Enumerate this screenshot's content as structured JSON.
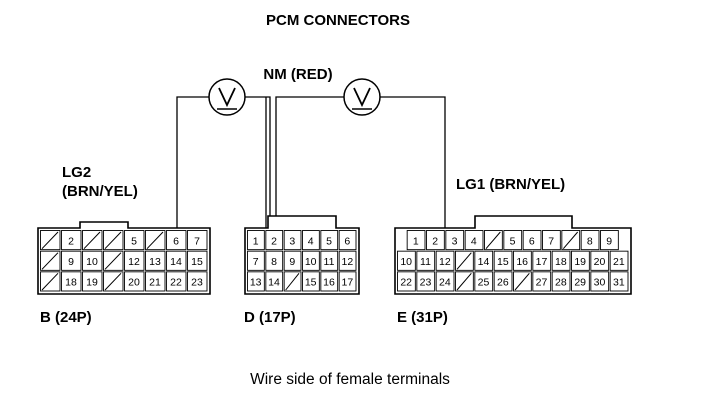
{
  "title": "PCM CONNECTORS",
  "nm_label": "NM (RED)",
  "lg2_line1": "LG2",
  "lg2_line2": "(BRN/YEL)",
  "lg1_label": "LG1 (BRN/YEL)",
  "caption": "Wire side of female terminals",
  "meter_icon": "voltmeter-icon",
  "connectors": {
    "B": {
      "name": "B (24P)",
      "rows": [
        [
          "",
          "2",
          "",
          "",
          "5",
          "",
          "6",
          "7"
        ],
        [
          "",
          "9",
          "10",
          "",
          "12",
          "13",
          "14",
          "15"
        ],
        [
          "",
          "18",
          "19",
          "",
          "20",
          "21",
          "22",
          "23"
        ]
      ]
    },
    "D": {
      "name": "D (17P)",
      "rows": [
        [
          "1",
          "2",
          "3",
          "4",
          "5",
          "6"
        ],
        [
          "7",
          "8",
          "9",
          "10",
          "11",
          "12"
        ],
        [
          "13",
          "14",
          "",
          "15",
          "16",
          "17"
        ]
      ]
    },
    "E": {
      "name": "E (31P)",
      "rows": [
        [
          "1",
          "2",
          "3",
          "4",
          "",
          "5",
          "6",
          "7",
          "",
          "8",
          "9"
        ],
        [
          "10",
          "11",
          "12",
          "",
          "14",
          "15",
          "16",
          "17",
          "18",
          "19",
          "20",
          "21"
        ],
        [
          "22",
          "23",
          "24",
          "",
          "25",
          "26",
          "",
          "27",
          "28",
          "29",
          "30",
          "31"
        ]
      ]
    }
  }
}
